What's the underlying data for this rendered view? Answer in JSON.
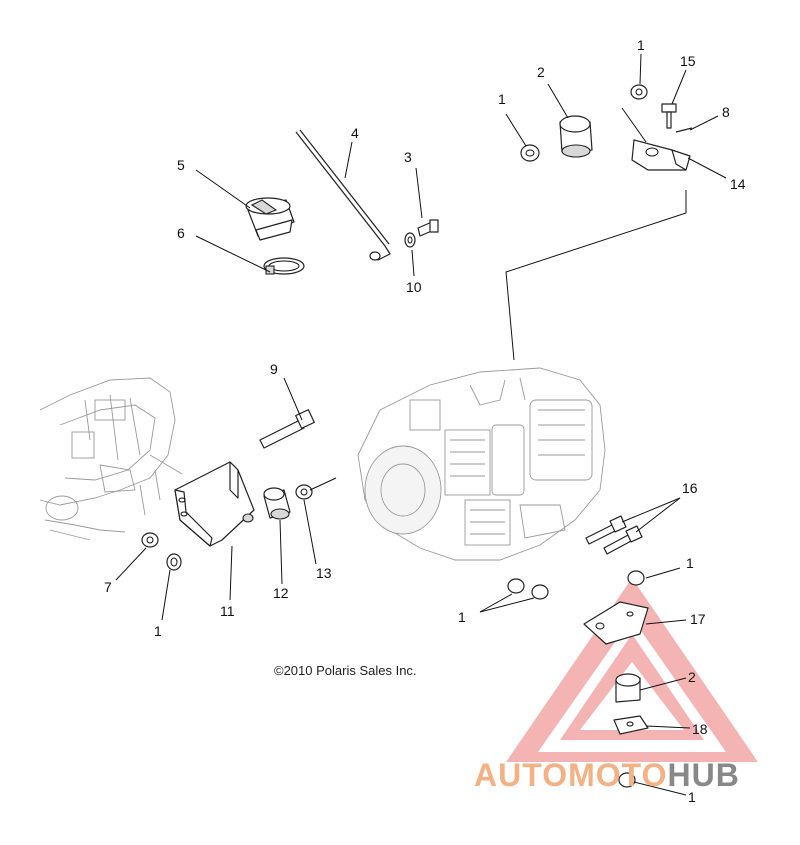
{
  "copyright": "©2010 Polaris Sales Inc.",
  "watermark": {
    "part1": "AUTOMOTO",
    "part2": "HUB",
    "color_main": "#f4b183",
    "color_accent": "#ee7777",
    "color_dark": "#888888"
  },
  "callouts": [
    {
      "id": "c1a",
      "text": "1"
    },
    {
      "id": "c2a",
      "text": "2"
    },
    {
      "id": "c1b",
      "text": "1"
    },
    {
      "id": "c15",
      "text": "15"
    },
    {
      "id": "c8",
      "text": "8"
    },
    {
      "id": "c14",
      "text": "14"
    },
    {
      "id": "c4",
      "text": "4"
    },
    {
      "id": "c3",
      "text": "3"
    },
    {
      "id": "c5",
      "text": "5"
    },
    {
      "id": "c6",
      "text": "6"
    },
    {
      "id": "c10",
      "text": "10"
    },
    {
      "id": "c9",
      "text": "9"
    },
    {
      "id": "c16",
      "text": "16"
    },
    {
      "id": "c1c",
      "text": "1"
    },
    {
      "id": "c7",
      "text": "7"
    },
    {
      "id": "c1d",
      "text": "1"
    },
    {
      "id": "c11",
      "text": "11"
    },
    {
      "id": "c12",
      "text": "12"
    },
    {
      "id": "c13",
      "text": "13"
    },
    {
      "id": "c1e",
      "text": "1"
    },
    {
      "id": "c17",
      "text": "17"
    },
    {
      "id": "c2b",
      "text": "2"
    },
    {
      "id": "c18",
      "text": "18"
    },
    {
      "id": "c1f",
      "text": "1"
    }
  ]
}
